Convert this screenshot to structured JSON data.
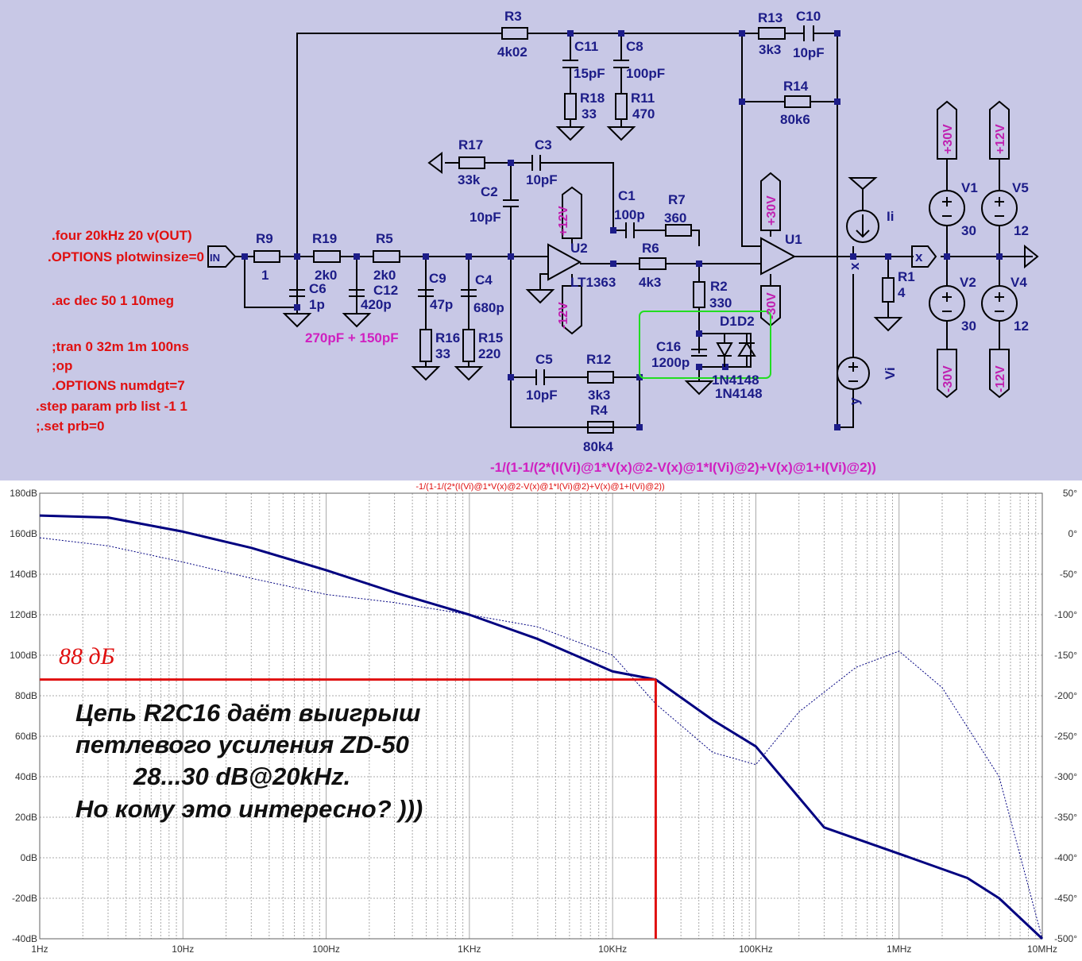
{
  "schematic": {
    "components": {
      "R3": {
        "name": "R3",
        "value": "4k02"
      },
      "C11": {
        "name": "C11",
        "value": "15pF"
      },
      "C8": {
        "name": "C8",
        "value": "100pF"
      },
      "R18": {
        "name": "R18",
        "value": "33"
      },
      "R11": {
        "name": "R11",
        "value": "470"
      },
      "R13": {
        "name": "R13",
        "value": "3k3"
      },
      "C10": {
        "name": "C10",
        "value": "10pF"
      },
      "R14": {
        "name": "R14",
        "value": "80k6"
      },
      "R17": {
        "name": "R17",
        "value": "33k"
      },
      "C3": {
        "name": "C3",
        "value": "10pF"
      },
      "C2": {
        "name": "C2",
        "value": "10pF"
      },
      "C1": {
        "name": "C1",
        "value": "100p"
      },
      "R7": {
        "name": "R7",
        "value": "360"
      },
      "R6": {
        "name": "R6",
        "value": "4k3"
      },
      "R2": {
        "name": "R2",
        "value": "330"
      },
      "R9": {
        "name": "R9",
        "value": "1"
      },
      "R19": {
        "name": "R19",
        "value": "2k0"
      },
      "R5": {
        "name": "R5",
        "value": "2k0"
      },
      "C6": {
        "name": "C6",
        "value": "1p"
      },
      "C12": {
        "name": "C12",
        "value": "420p"
      },
      "C9": {
        "name": "C9",
        "value": "47p"
      },
      "C4": {
        "name": "C4",
        "value": "680p"
      },
      "R16": {
        "name": "R16",
        "value": "33"
      },
      "R15": {
        "name": "R15",
        "value": "220"
      },
      "C5": {
        "name": "C5",
        "value": "10pF"
      },
      "R12": {
        "name": "R12",
        "value": "3k3"
      },
      "R4": {
        "name": "R4",
        "value": "80k4"
      },
      "C16": {
        "name": "C16",
        "value": "1200p"
      },
      "D1": {
        "name": "D1",
        "value": "1N4148"
      },
      "D2": {
        "name": "D2",
        "value": "1N4148"
      },
      "U1": {
        "name": "U1"
      },
      "U2": {
        "name": "U2",
        "value": "LT1363"
      },
      "R1": {
        "name": "R1",
        "value": "4"
      },
      "Ii": {
        "name": "Ii"
      },
      "Vi": {
        "name": "Vi"
      },
      "V1": {
        "name": "V1",
        "value": "30"
      },
      "V2": {
        "name": "V2",
        "value": "30"
      },
      "V5": {
        "name": "V5",
        "value": "12"
      },
      "V4": {
        "name": "V4",
        "value": "12"
      }
    },
    "rails": {
      "p30": "+30V",
      "m30": "-30V",
      "p12": "+12V",
      "m12": "-12V"
    },
    "net_labels": {
      "in": "IN",
      "x": "x",
      "y": "y"
    },
    "cap_note": "270pF + 150pF",
    "directives": [
      ".four 20kHz 20 v(OUT)",
      ".OPTIONS plotwinsize=0",
      ".ac dec 50 1 10meg",
      ";tran 0 32m 1m 100ns",
      ";op",
      ".OPTIONS numdgt=7",
      ".step param prb list -1 1",
      ";.set prb=0"
    ],
    "expression": "-1/(1-1/(2*(I(Vi)@1*V(x)@2-V(x)@1*I(Vi)@2)+V(x)@1+I(Vi)@2))",
    "colors": {
      "background": "#c8c8e6",
      "component": "#1c1c88",
      "wire": "#000000",
      "directive": "#e01010",
      "highlight": "#22dd22"
    }
  },
  "plot": {
    "trace_label": "-1/(1-1/(2*(I(Vi)@1*V(x)@2-V(x)@1*I(Vi)@2)+V(x)@1+I(Vi)@2))",
    "annotation_db": "88 дБ",
    "annotation_lines": [
      "Цепь R2C16 даёт выигрыш",
      "петлевого усиления ZD-50",
      "28...30 dB@20kHz.",
      "Но кому это интересно? )))"
    ],
    "colors": {
      "magnitude": "#000080",
      "phase": "#000080",
      "marker": "#e01010",
      "grid": "#a8a8a8"
    }
  },
  "chart_data": {
    "type": "line",
    "x_scale": "log",
    "xlim": [
      1,
      10000000
    ],
    "ylim": [
      -40,
      180
    ],
    "y2lim": [
      -500,
      50
    ],
    "x_ticks": [
      "1Hz",
      "10Hz",
      "100Hz",
      "1KHz",
      "10KHz",
      "100KHz",
      "1MHz",
      "10MHz"
    ],
    "y_ticks": [
      "180dB",
      "160dB",
      "140dB",
      "120dB",
      "100dB",
      "80dB",
      "60dB",
      "40dB",
      "20dB",
      "0dB",
      "-20dB",
      "-40dB"
    ],
    "y2_ticks": [
      "50°",
      "0°",
      "-50°",
      "-100°",
      "-150°",
      "-200°",
      "-250°",
      "-300°",
      "-350°",
      "-400°",
      "-450°",
      "-500°"
    ],
    "marker": {
      "x": 20000,
      "y": 88
    },
    "series": [
      {
        "x": [
          1,
          3,
          10,
          30,
          100,
          300,
          1000,
          3000,
          10000,
          20000,
          50000,
          100000,
          300000,
          1000000,
          3000000,
          5000000,
          10000000
        ],
        "y": [
          169,
          168,
          161,
          153,
          142,
          131,
          120,
          108,
          92,
          88,
          68,
          55,
          15,
          2,
          -10,
          -20,
          -40
        ]
      },
      {
        "x": [
          1,
          3,
          10,
          30,
          100,
          300,
          1000,
          3000,
          10000,
          20000,
          50000,
          100000,
          200000,
          500000,
          1000000,
          2000000,
          5000000,
          10000000
        ],
        "y": [
          -5,
          -15,
          -35,
          -55,
          -75,
          -85,
          -100,
          -115,
          -150,
          -210,
          -270,
          -285,
          -220,
          -165,
          -145,
          -190,
          -300,
          -500
        ]
      }
    ]
  }
}
